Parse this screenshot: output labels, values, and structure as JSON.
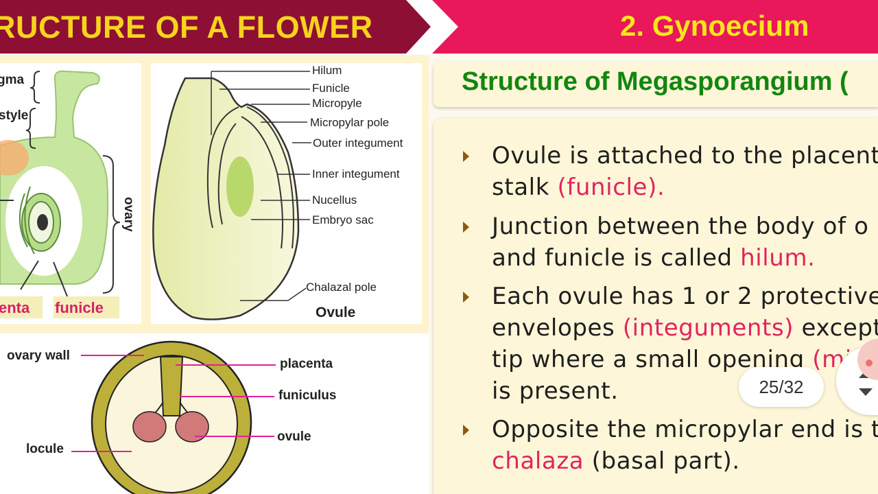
{
  "header": {
    "left_title": "RUCTURE OF A FLOWER",
    "right_title": "2. Gynoecium"
  },
  "subtitle": "Structure of Megasporangium (",
  "bullets": [
    {
      "parts": [
        [
          {
            "t": "Ovule is attached to the placent",
            "c": "n"
          }
        ],
        [
          {
            "t": "stalk ",
            "c": "n"
          },
          {
            "t": "(funicle).",
            "c": "p"
          }
        ]
      ]
    },
    {
      "parts": [
        [
          {
            "t": "Junction between the body of o",
            "c": "n"
          }
        ],
        [
          {
            "t": "and funicle is called ",
            "c": "n"
          },
          {
            "t": "hilum.",
            "c": "p"
          }
        ]
      ]
    },
    {
      "parts": [
        [
          {
            "t": "Each ovule has 1 or 2 protective",
            "c": "n"
          }
        ],
        [
          {
            "t": "envelopes ",
            "c": "n"
          },
          {
            "t": "(integuments)",
            "c": "p"
          },
          {
            "t": " except",
            "c": "n"
          }
        ],
        [
          {
            "t": "tip where a small opening ",
            "c": "n"
          },
          {
            "t": "(mi",
            "c": "p"
          }
        ],
        [
          {
            "t": "is present.",
            "c": "n"
          }
        ]
      ]
    },
    {
      "parts": [
        [
          {
            "t": "Opposite the micropylar end is t",
            "c": "n"
          }
        ],
        [
          {
            "t": "chalaza",
            "c": "p"
          },
          {
            "t": " (basal part).",
            "c": "n"
          }
        ]
      ]
    }
  ],
  "page_counter": "25/32",
  "pistil_labels": {
    "stigma": "gma",
    "style": "style",
    "ovary": "ovary",
    "placenta": "enta",
    "funicle": "funicle"
  },
  "ovule_labels": {
    "hilum": "Hilum",
    "funicle": "Funicle",
    "micropyle": "Micropyle",
    "micropylar_pole": "Micropylar pole",
    "outer_integument": "Outer integument",
    "inner_integument": "Inner integument",
    "nucellus": "Nucellus",
    "embryo_sac": "Embryo sac",
    "chalazal_pole": "Chalazal pole",
    "caption": "Ovule"
  },
  "section_labels": {
    "ovary_wall": "ovary wall",
    "placenta": "placenta",
    "funiculus": "funiculus",
    "ovule": "ovule",
    "locule": "locule"
  },
  "colors": {
    "header_left": "#8e0f34",
    "header_right": "#e8185a",
    "header_text": "#f7d31c",
    "subtitle": "#12860f",
    "highlight": "#e0245e",
    "diagram_green": "#c7e6a0",
    "ovule_fill": "#eef2c2"
  }
}
